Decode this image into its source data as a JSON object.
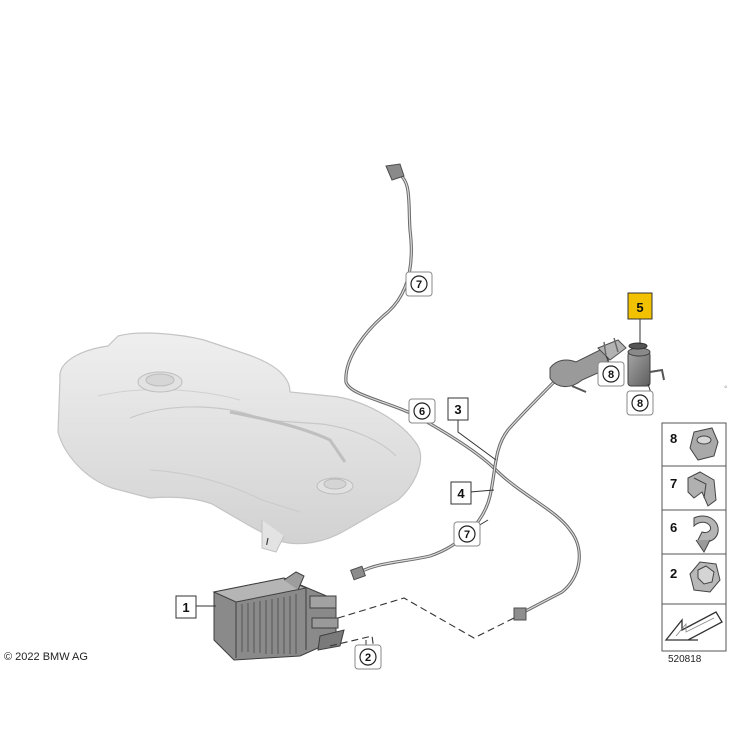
{
  "callouts": {
    "c1": "1",
    "c2": "2",
    "c3": "3",
    "c4": "4",
    "c5": "5",
    "c6": "6",
    "c7": "7",
    "c8": "8"
  },
  "legend": {
    "items": [
      {
        "label": "8",
        "icon": "nut-clip-icon"
      },
      {
        "label": "7",
        "icon": "hose-clip-icon"
      },
      {
        "label": "6",
        "icon": "cable-clip-icon"
      },
      {
        "label": "2",
        "icon": "hex-nut-icon"
      }
    ]
  },
  "highlight_color": "#f2c200",
  "copyright": "© 2022 BMW AG",
  "ref_number": "520818",
  "edge_mark": "◦"
}
